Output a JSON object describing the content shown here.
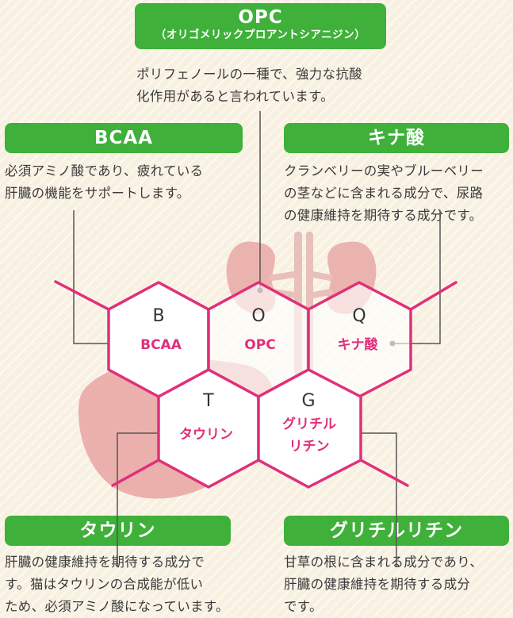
{
  "colors": {
    "accent_green": "#3fb03a",
    "accent_pink": "#e0307a",
    "organ": "#e9a9a6",
    "line": "#555555"
  },
  "top": {
    "title": "OPC",
    "subtitle": "（オリゴメリックプロアントシアニジン）",
    "desc": "ポリフェノールの一種で、強力な抗酸\n化作用があると言われています。"
  },
  "items": [
    {
      "key": "bcaa",
      "title": "BCAA",
      "desc": "必須アミノ酸であり、疲れている\n肝臓の機能をサポートします。"
    },
    {
      "key": "kina",
      "title": "キナ酸",
      "desc": "クランベリーの実やブルーベリー\nの茎などに含まれる成分で、尿路\nの健康維持を期待する成分です。"
    },
    {
      "key": "taurine",
      "title": "タウリン",
      "desc": "肝臓の健康維持を期待する成分で\nす。猫はタウリンの合成能が低い\nため、必須アミノ酸になっています。"
    },
    {
      "key": "gly",
      "title": "グリチルリチン",
      "desc": "甘草の根に含まれる成分であり、\n肝臓の健康維持を期待する成分\nです。"
    }
  ],
  "hexes": [
    {
      "letter": "B",
      "label": "BCAA"
    },
    {
      "letter": "O",
      "label": "OPC"
    },
    {
      "letter": "Q",
      "label": "キナ酸"
    },
    {
      "letter": "T",
      "label": "タウリン"
    },
    {
      "letter": "G",
      "label": "グリチル",
      "label2": "リチン"
    }
  ]
}
